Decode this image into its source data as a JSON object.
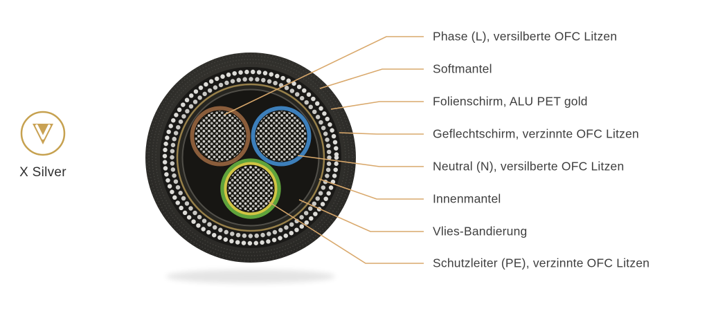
{
  "brand": {
    "name": "X Silver",
    "logo_icon": "v-triangle-badge-icon"
  },
  "diagram": {
    "type": "cable-cross-section",
    "labels": [
      {
        "id": "phase",
        "text": "Phase (L), versilberte OFC Litzen"
      },
      {
        "id": "softmantel",
        "text": "Softmantel"
      },
      {
        "id": "folienschirm",
        "text": "Folienschirm, ALU PET gold"
      },
      {
        "id": "geflechtschirm",
        "text": "Geflechtschirm, verzinnte OFC Litzen"
      },
      {
        "id": "neutral",
        "text": "Neutral (N), versilberte OFC Litzen"
      },
      {
        "id": "innenmantel",
        "text": "Innenmantel"
      },
      {
        "id": "vlies",
        "text": "Vlies-Bandierung"
      },
      {
        "id": "schutzleiter",
        "text": "Schutzleiter (PE), verzinnte OFC Litzen"
      }
    ],
    "colors": {
      "leader_line": "#d9a86b",
      "jacket": "#2f2e2b",
      "braid_dots": "#dddcd8",
      "foil_gold": "#97804a",
      "phase_ring_brown": "#8a5d3b",
      "neutral_ring_blue": "#3d7fba",
      "pe_ring_green": "#5fa33c",
      "pe_ring_yellow": "#d2c544",
      "strand_silver": "#cfcecb",
      "brand_gold": "#c9a254",
      "text": "#3e3e3e"
    }
  }
}
